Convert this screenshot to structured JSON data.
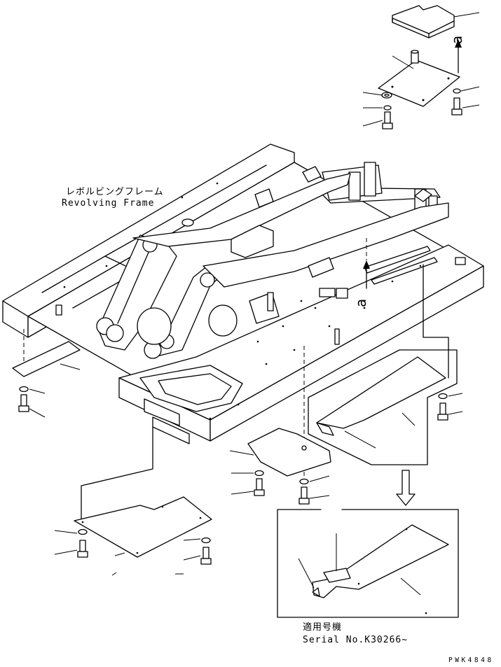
{
  "frame_label": {
    "jp": "レボルビングフレーム",
    "en": "Revolving Frame"
  },
  "view_marker": "a",
  "serial_box": {
    "jp": "適用号機",
    "en": "Serial No.K30266~"
  },
  "drawing_code": "PWK4848",
  "icons": [
    "arrow-up-icon",
    "arrow-down-icon",
    "bolt-icon",
    "washer-icon"
  ]
}
